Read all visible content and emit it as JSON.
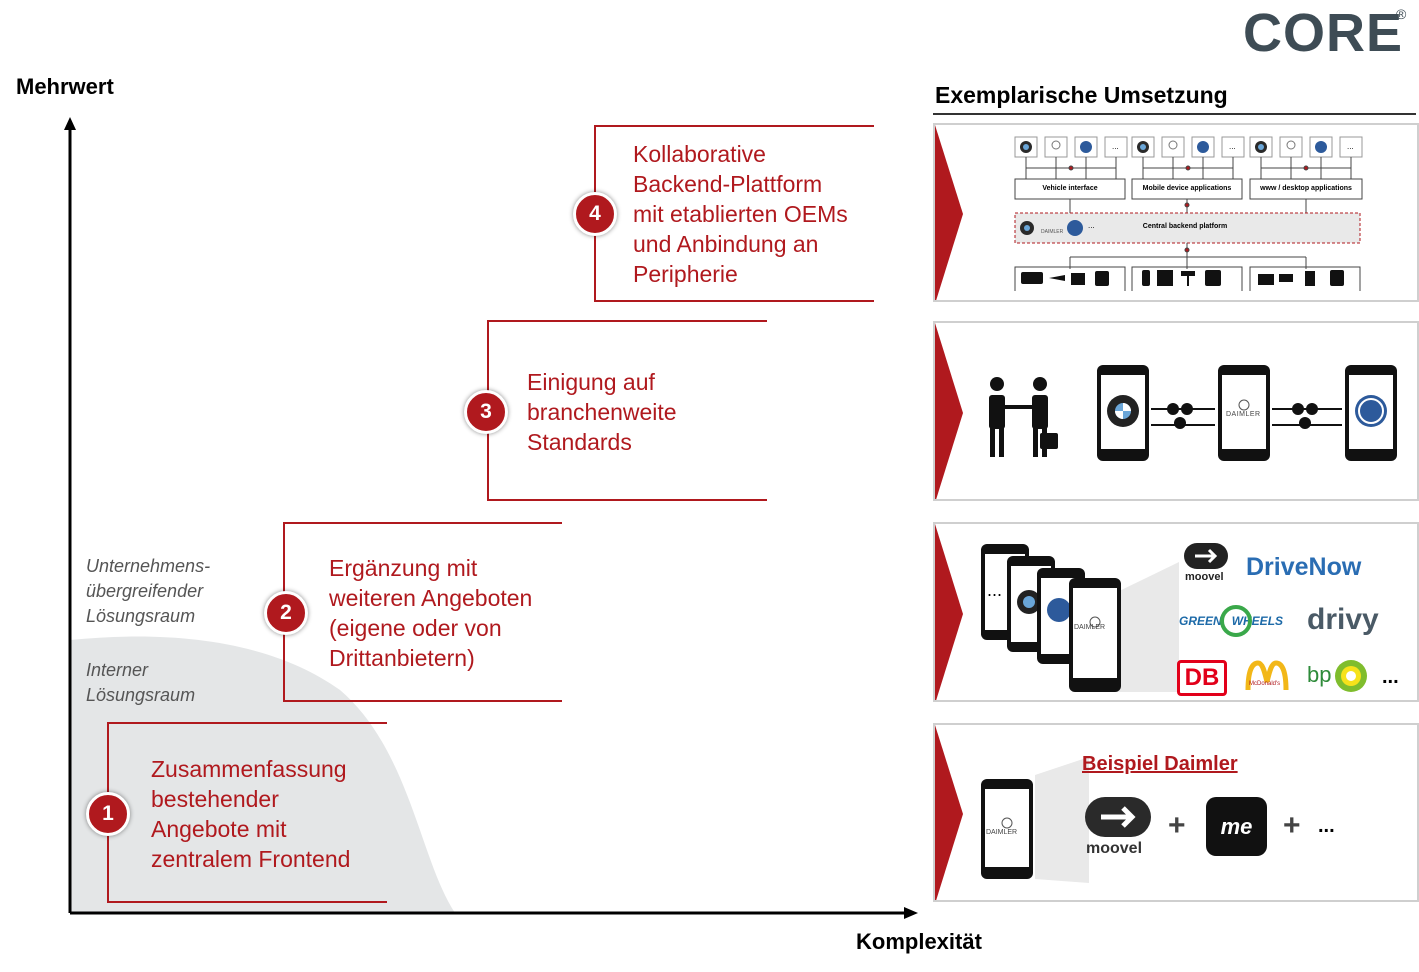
{
  "brand": {
    "name": "CORE",
    "mark": "®",
    "color": "#3e4c55"
  },
  "colors": {
    "accent": "#b0191e",
    "region_fill": "#e4e6e7",
    "panel_border": "#cfcfcf"
  },
  "axes": {
    "y_label": "Mehrwert",
    "x_label": "Komplexität"
  },
  "regions": {
    "cross": [
      "Unternehmens-",
      "übergreifender",
      "Lösungsraum"
    ],
    "internal": [
      "Interner",
      "Lösungsraum"
    ]
  },
  "steps": [
    {
      "number": "1",
      "lines": [
        "Zusammenfassung",
        "bestehender",
        "Angebote mit",
        "zentralem Frontend"
      ]
    },
    {
      "number": "2",
      "lines": [
        "Ergänzung mit",
        "weiteren Angeboten",
        "(eigene oder von",
        "Drittanbietern)"
      ]
    },
    {
      "number": "3",
      "lines": [
        "Einigung auf",
        "branchenweite",
        "Standards"
      ]
    },
    {
      "number": "4",
      "lines": [
        "Kollaborative",
        "Backend-Plattform",
        "mit etablierten OEMs",
        "und Anbindung an",
        "Peripherie"
      ]
    }
  ],
  "examples": {
    "title": "Exemplarische Umsetzung",
    "panel4": {
      "interfaces": [
        "Vehicle interface",
        "Mobile device applications",
        "www / desktop applications"
      ],
      "backend": "Central backend platform",
      "more": "...",
      "daimler": "DAIMLER"
    },
    "panel3": {
      "daimler": "DAIMLER"
    },
    "panel2": {
      "logos": [
        "moovel",
        "DriveNow",
        "GREEN",
        "WHEELS",
        "drivy",
        "DB",
        "McDonald's",
        "bp"
      ],
      "more": "...",
      "daimler": "DAIMLER"
    },
    "panel1": {
      "title": "Beispiel Daimler",
      "moovel": "moovel",
      "me": "me",
      "plus": "+",
      "more": "...",
      "daimler": "DAIMLER"
    }
  }
}
